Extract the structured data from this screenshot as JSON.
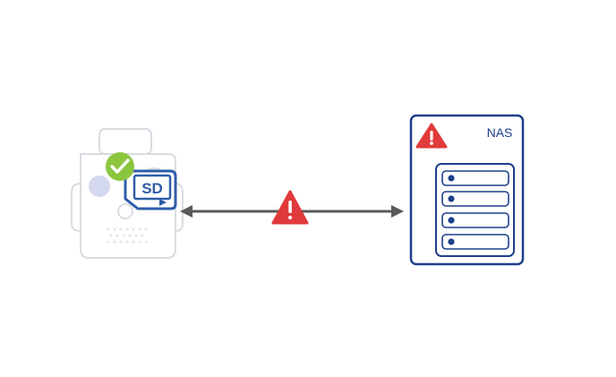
{
  "camera": {
    "sd_label": "SD",
    "status_icon": "checkmark-icon"
  },
  "connection": {
    "status_icon": "warning-icon",
    "status": "error"
  },
  "nas": {
    "label": "NAS",
    "status_icon": "warning-icon",
    "drive_slots": 4
  },
  "colors": {
    "camera_outline": "#d9dde3",
    "camera_lens": "#d3d8ee",
    "sd_blue": "#2f5ea8",
    "check_green": "#8cc63f",
    "nas_blue": "#1e3f8c",
    "warning_red": "#e03a3a",
    "arrow_gray": "#5a5a5a"
  }
}
